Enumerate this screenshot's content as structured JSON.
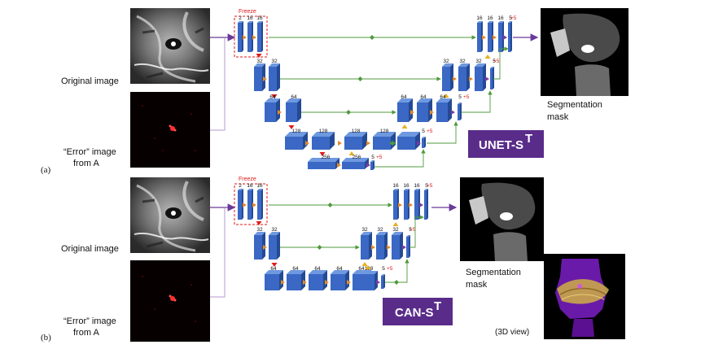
{
  "panel_a": {
    "tag": "(a)",
    "input_label": "Original image",
    "error_label_line1": "“Error” image",
    "error_label_line2": "from A",
    "output_label_line1": "Segmentation",
    "output_label_line2": "mask",
    "freeze": "Freeze",
    "badge": "UNET-S",
    "badge_sup": "T",
    "level1_in": [
      "2",
      "16",
      "16"
    ],
    "level1_out": [
      "16",
      "16",
      "16",
      "5"
    ],
    "level2_in": [
      "32",
      "32"
    ],
    "level2_out": [
      "32",
      "32",
      "32",
      "5"
    ],
    "level3_in": [
      "64",
      "64"
    ],
    "level3_out": [
      "64",
      "64",
      "64",
      "5"
    ],
    "level4_in": [
      "128",
      "128",
      "128",
      "128"
    ],
    "level4_out": "5",
    "level5": [
      "256",
      "256",
      "5"
    ],
    "plus5": "+5"
  },
  "panel_b": {
    "tag": "(b)",
    "input_label": "Original image",
    "error_label_line1": "“Error” image",
    "error_label_line2": "from A",
    "output_label_line1": "Segmentation",
    "output_label_line2": "mask",
    "view_label": "(3D view)",
    "freeze": "Freeze",
    "badge": "CAN-S",
    "badge_sup": "T",
    "level1_in": [
      "2",
      "16",
      "16"
    ],
    "level1_out": [
      "16",
      "16",
      "16",
      "5"
    ],
    "level2_in": [
      "32",
      "32"
    ],
    "level2_out": [
      "32",
      "32",
      "32",
      "5"
    ],
    "level3": [
      "64",
      "64",
      "64",
      "64",
      "64",
      "64",
      "128",
      "5"
    ],
    "plus5": "+5"
  },
  "colors": {
    "block": "#3a68c4",
    "block_top": "#6e98e0",
    "block_side": "#244a94",
    "arrow": "#e08a2c",
    "skip": "#4f9a3c",
    "badge": "#5a2c8a",
    "freeze": "#e01919",
    "connector": "#6a3a9a"
  }
}
